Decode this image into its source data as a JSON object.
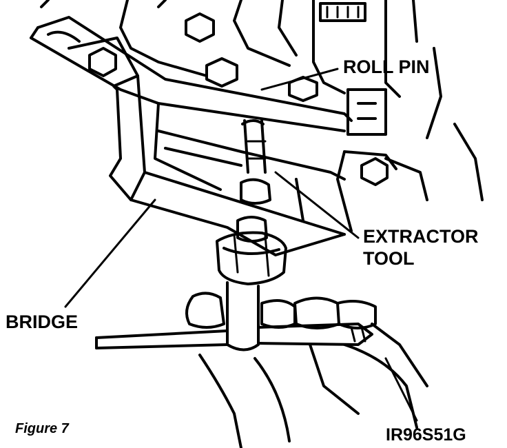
{
  "labels": {
    "roll_pin": "ROLL PIN",
    "extractor_line1": "EXTRACTOR",
    "extractor_line2": "TOOL",
    "bridge": "BRIDGE",
    "figure": "Figure 7",
    "code": "IR96S51G"
  },
  "colors": {
    "ink": "#000000",
    "paper": "#ffffff"
  }
}
